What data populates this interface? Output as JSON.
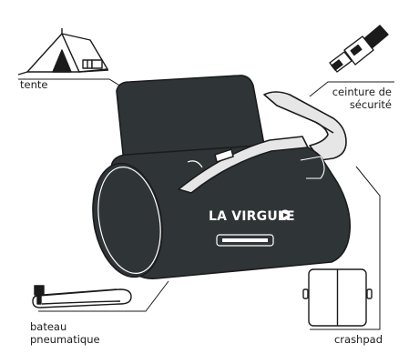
{
  "labels": {
    "tent": "tente",
    "seatbelt": [
      "ceinture de",
      "sécurité"
    ],
    "boat": [
      "bateau",
      "pneumatique"
    ],
    "crashpad": "crashpad"
  },
  "brand": "LA VIRGULE",
  "colors": {
    "bag": "#2f3437",
    "line": "#1b1b1b",
    "background": "#ffffff"
  }
}
